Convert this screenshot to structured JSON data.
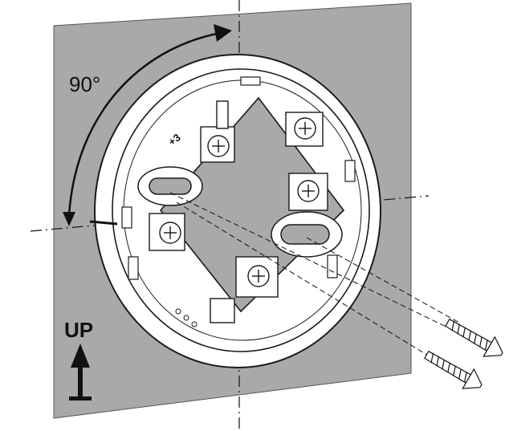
{
  "diagram": {
    "rotation_label": "90°",
    "up_label": "UP",
    "terminal_label": "+3",
    "colors": {
      "wall_panel": "#a9a9a9",
      "base_fill": "#ffffff",
      "outline": "#1a1a1a",
      "screw_fill": "#ffffff"
    }
  }
}
